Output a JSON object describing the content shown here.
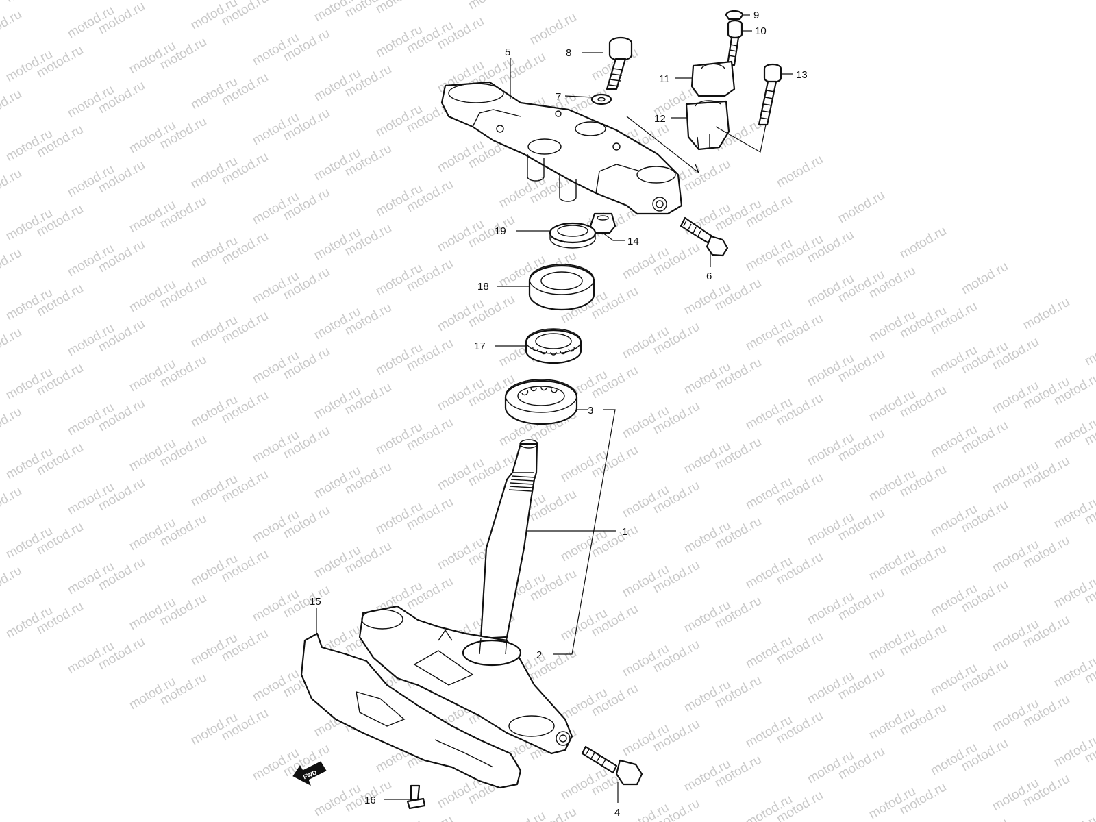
{
  "watermark": {
    "text": "motod.ru",
    "color": "#c9c9c9"
  },
  "callouts": [
    {
      "id": "1",
      "label": "1"
    },
    {
      "id": "2",
      "label": "2"
    },
    {
      "id": "3",
      "label": "3"
    },
    {
      "id": "4",
      "label": "4"
    },
    {
      "id": "5",
      "label": "5"
    },
    {
      "id": "6",
      "label": "6"
    },
    {
      "id": "7",
      "label": "7"
    },
    {
      "id": "8",
      "label": "8"
    },
    {
      "id": "9",
      "label": "9"
    },
    {
      "id": "10",
      "label": "10"
    },
    {
      "id": "11",
      "label": "11"
    },
    {
      "id": "12",
      "label": "12"
    },
    {
      "id": "13",
      "label": "13"
    },
    {
      "id": "14",
      "label": "14"
    },
    {
      "id": "15",
      "label": "15"
    },
    {
      "id": "16",
      "label": "16"
    },
    {
      "id": "17",
      "label": "17"
    },
    {
      "id": "18",
      "label": "18"
    },
    {
      "id": "19",
      "label": "19"
    }
  ],
  "direction_marker": {
    "label": "FWD"
  }
}
